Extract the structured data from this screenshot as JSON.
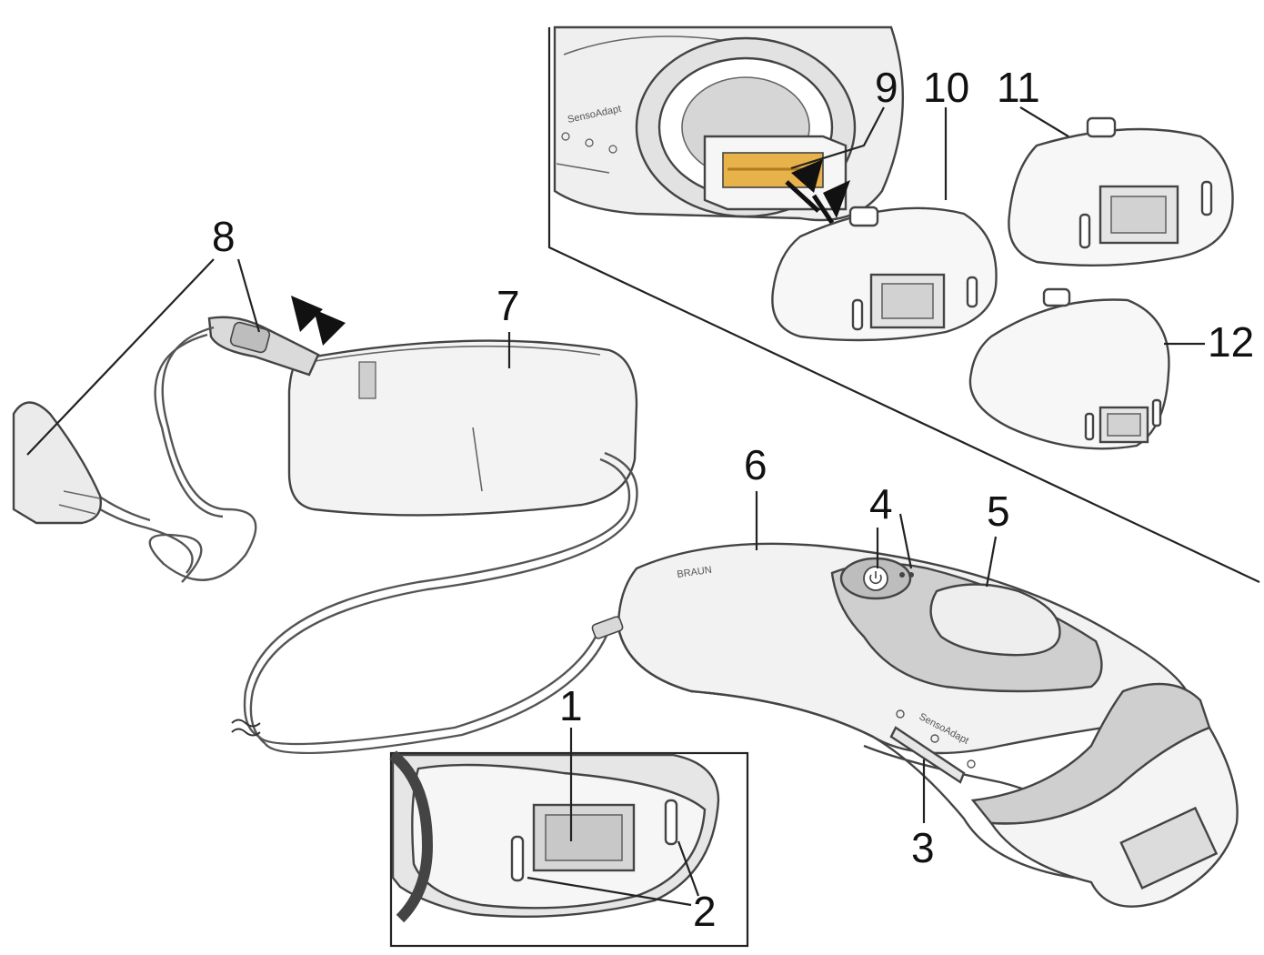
{
  "colors": {
    "line": "#222222",
    "outline": "#444444",
    "body_fill": "#f1f1f1",
    "mid_grey": "#cfcfcf",
    "dark_grey": "#a9a9a9",
    "window_fill": "#dcdcdc",
    "gold": "#e8b24a",
    "brand_text": "#777777"
  },
  "icons": [
    "arrow-double-icon",
    "plug-icon",
    "power-button-icon"
  ],
  "device": {
    "brand": "BRAUN",
    "side_label": "SensoAdapt",
    "panel_label": "SensoAdapt"
  },
  "callouts": {
    "c1": "1",
    "c2": "2",
    "c3": "3",
    "c4": "4",
    "c5": "5",
    "c6": "6",
    "c7": "7",
    "c8": "8",
    "c9": "9",
    "c10": "10",
    "c11": "11",
    "c12": "12"
  }
}
